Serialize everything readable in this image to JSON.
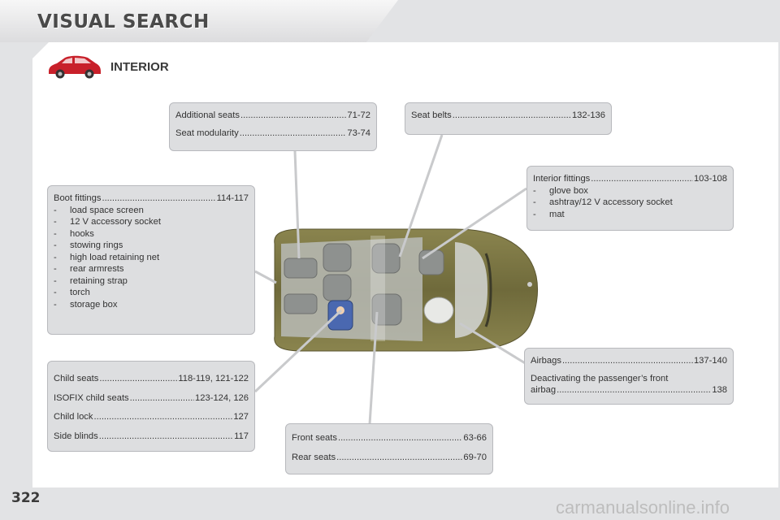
{
  "header": {
    "title": "VISUAL SEARCH"
  },
  "section": {
    "title": "INTERIOR"
  },
  "boxes": {
    "seats": [
      {
        "label": "Additional seats",
        "pages": "71-72"
      },
      {
        "label": "Seat modularity",
        "pages": "73-74"
      }
    ],
    "belts": [
      {
        "label": "Seat belts",
        "pages": "132-136"
      }
    ],
    "interior": {
      "label": "Interior fittings",
      "pages": "103-108",
      "items": [
        "glove box",
        "ashtray/12 V accessory socket",
        "mat"
      ]
    },
    "boot": {
      "label": "Boot fittings",
      "pages": "114-117",
      "items": [
        "load space screen",
        "12 V accessory socket",
        "hooks",
        "stowing rings",
        "high load retaining net",
        "rear armrests",
        "retaining strap",
        "torch",
        "storage box"
      ]
    },
    "child": [
      {
        "label": "Child seats",
        "pages": "118-119, 121-122"
      },
      {
        "label": "ISOFIX child seats",
        "pages": "123-124, 126"
      },
      {
        "label": "Child lock",
        "pages": "127"
      },
      {
        "label": "Side blinds",
        "pages": "117"
      }
    ],
    "airbags": {
      "label": "Airbags",
      "pages": "137-140",
      "line2": "Deactivating the passenger’s front",
      "line3_label": "airbag",
      "line3_pages": "138"
    },
    "front": [
      {
        "label": "Front seats",
        "pages": "63-66"
      },
      {
        "label": "Rear seats",
        "pages": "69-70"
      }
    ]
  },
  "footer": {
    "page_number": "322",
    "watermark": "carmanualsonline.info"
  },
  "colors": {
    "car_body": "#7d7846",
    "panel": "#dddee0",
    "icon_car": "#c8202a"
  }
}
